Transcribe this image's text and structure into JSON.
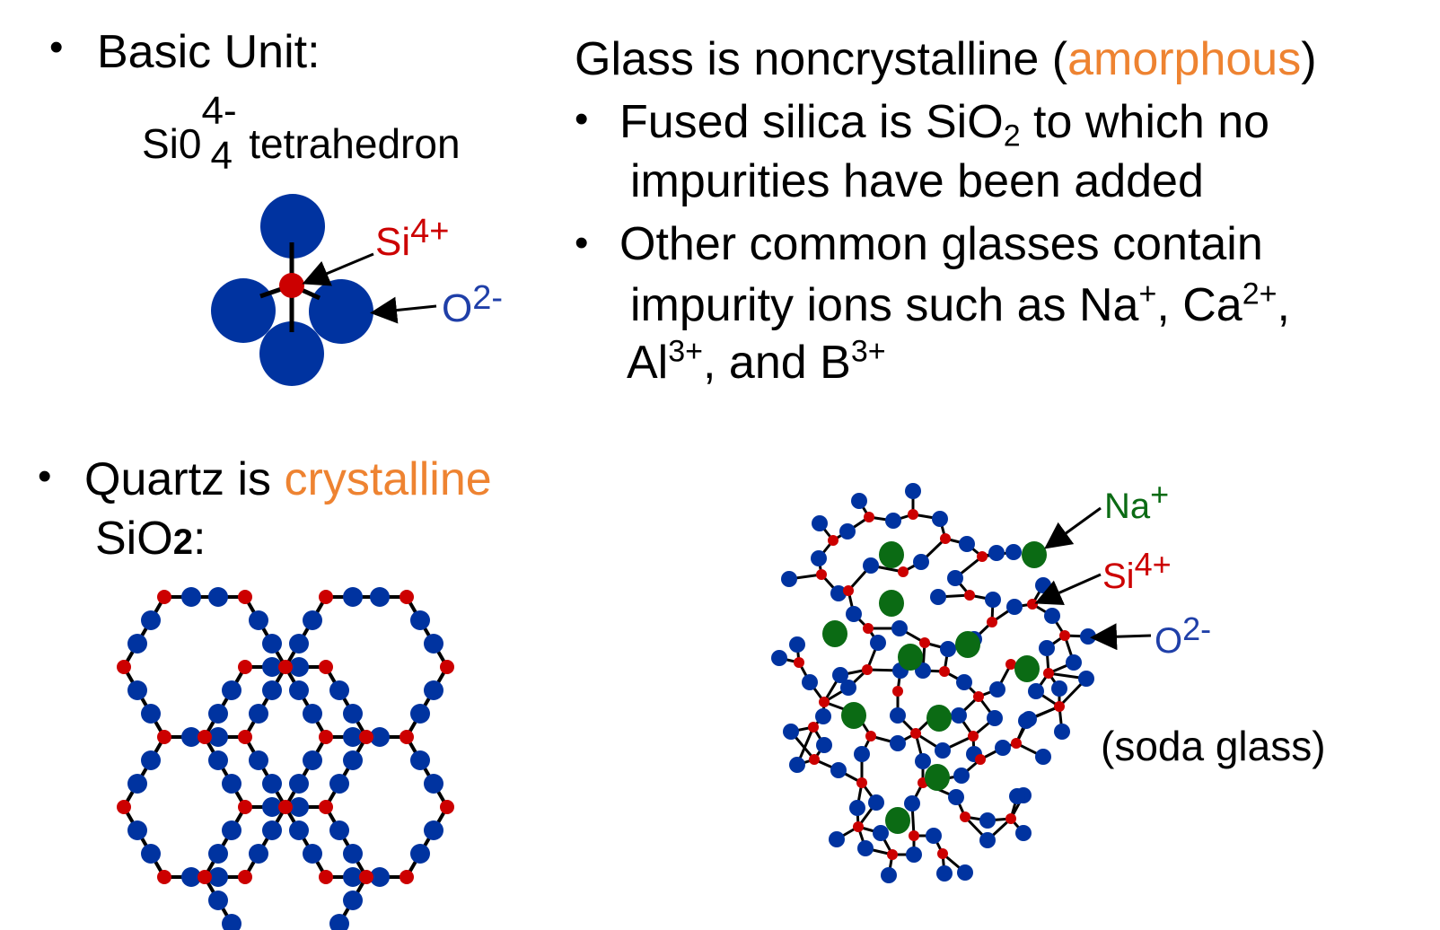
{
  "basic_unit": {
    "bullet": "•",
    "label": "Basic Unit:",
    "formula_base": "Si0",
    "formula_charge": "4-",
    "formula_sub": "4",
    "formula_suffix": "tetrahedron",
    "si_label": "Si",
    "si_charge": "4+",
    "o_label": "O",
    "o_charge": "2-"
  },
  "glass": {
    "title_prefix": "Glass is noncrystalline (",
    "title_highlight": "amorphous",
    "title_suffix": ")",
    "bullet1_line1_prefix": "Fused silica is SiO",
    "bullet1_line1_sub": "2",
    "bullet1_line1_suffix": " to which no",
    "bullet1_line2": "impurities have been added",
    "bullet2_line1": "Other common glasses contain",
    "bullet2_line2_text1": "impurity ions such as Na",
    "bullet2_line2_sup1": "+",
    "bullet2_line2_text2": ", Ca",
    "bullet2_line2_sup2": "2+",
    "bullet2_line2_text3": ",",
    "bullet2_line3_text1": "Al",
    "bullet2_line3_sup1": "3+",
    "bullet2_line3_text2": ", and B",
    "bullet2_line3_sup2": "3+"
  },
  "quartz": {
    "bullet": "•",
    "prefix": "Quartz is ",
    "highlight": "crystalline",
    "line2_text": "SiO",
    "line2_bold": "2",
    "line2_suffix": ":"
  },
  "soda": {
    "na_label": "Na",
    "na_charge": "+",
    "si_label": "Si",
    "si_charge": "4+",
    "o_label": "O",
    "o_charge": "2-",
    "caption": "(soda glass)"
  },
  "colors": {
    "oxygen": "#0033A0",
    "silicon": "#CC0000",
    "sodium": "#0B6B14",
    "accent": "#EE8331"
  }
}
